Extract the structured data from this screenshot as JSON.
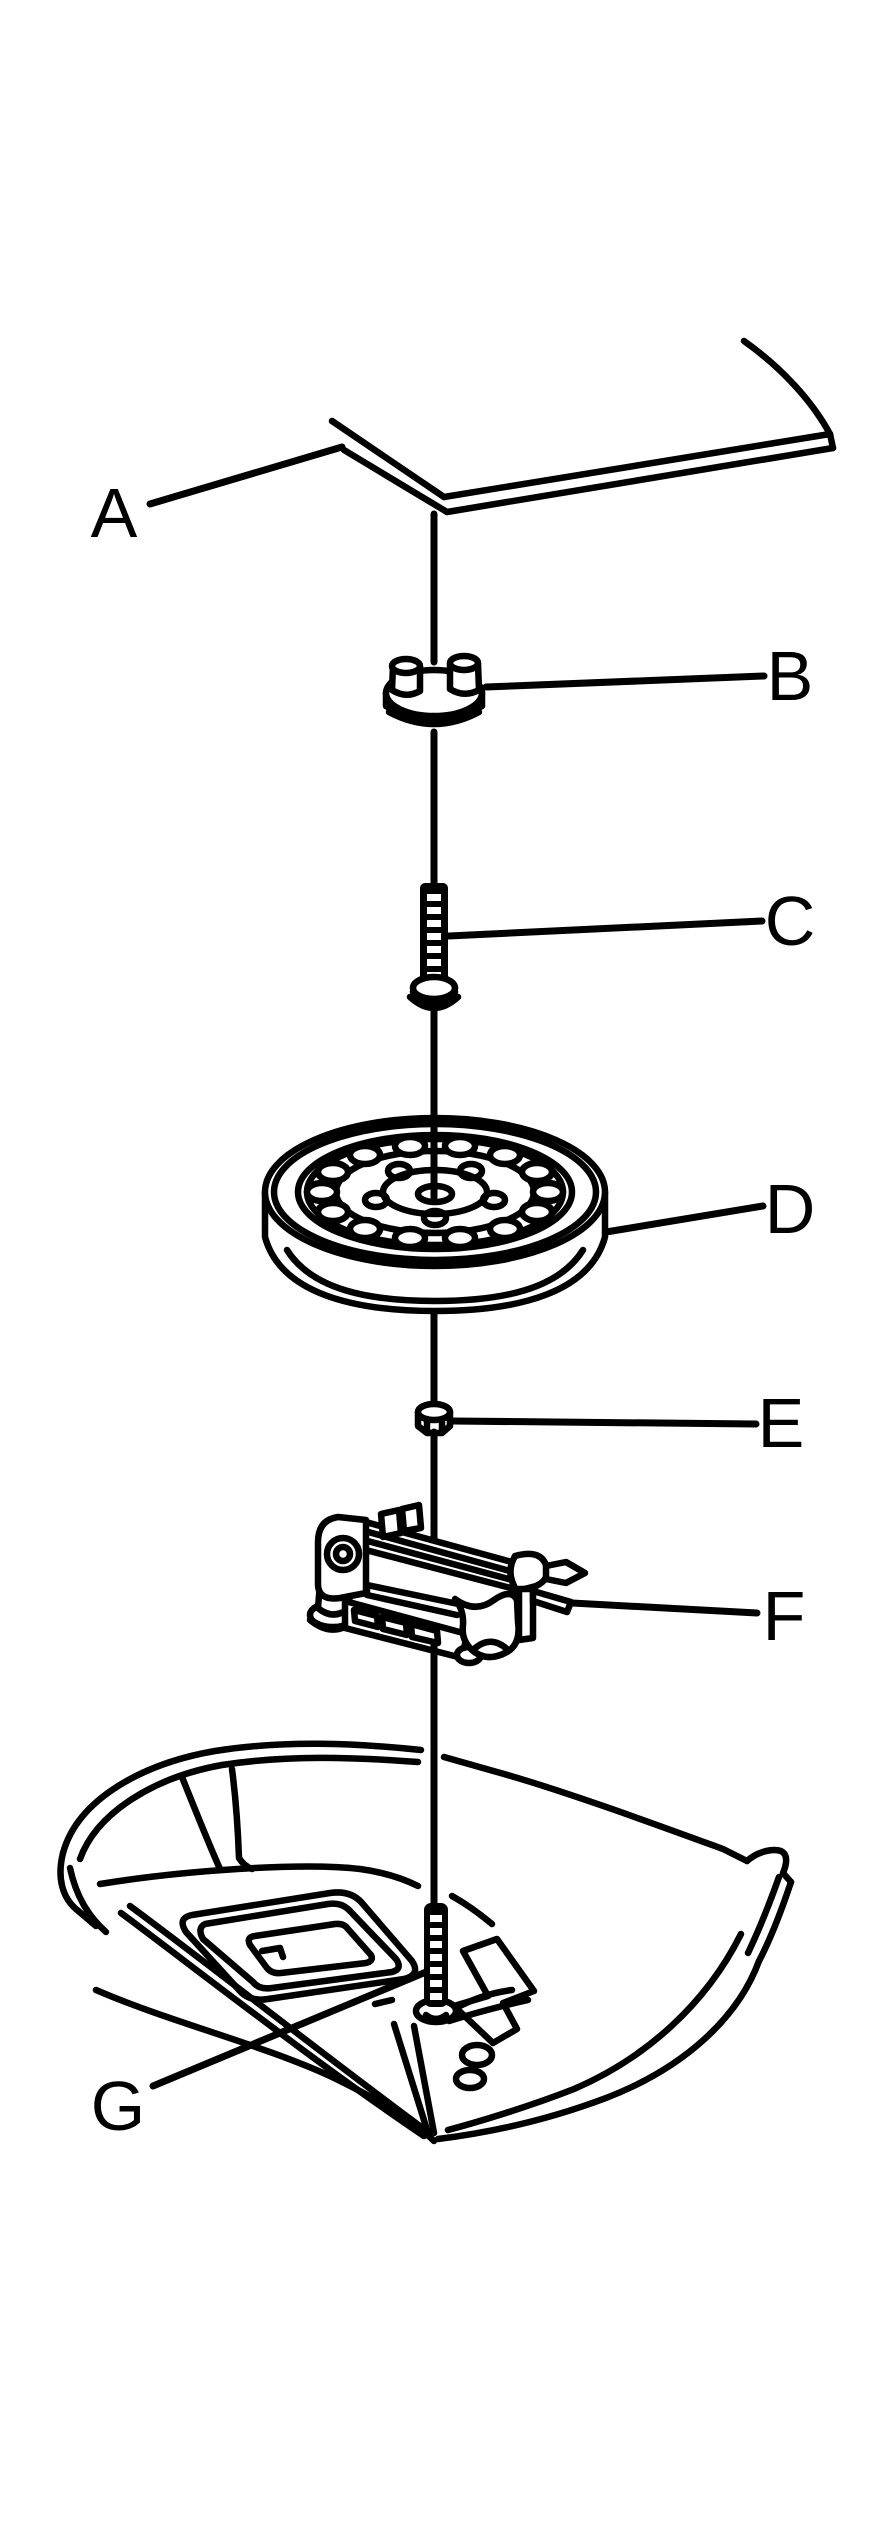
{
  "figure": {
    "background_color": "#ffffff",
    "line_color": "#000000",
    "callouts": [
      {
        "letter": "A"
      },
      {
        "letter": "B"
      },
      {
        "letter": "C"
      },
      {
        "letter": "D"
      },
      {
        "letter": "E"
      },
      {
        "letter": "F"
      },
      {
        "letter": "G"
      }
    ]
  }
}
